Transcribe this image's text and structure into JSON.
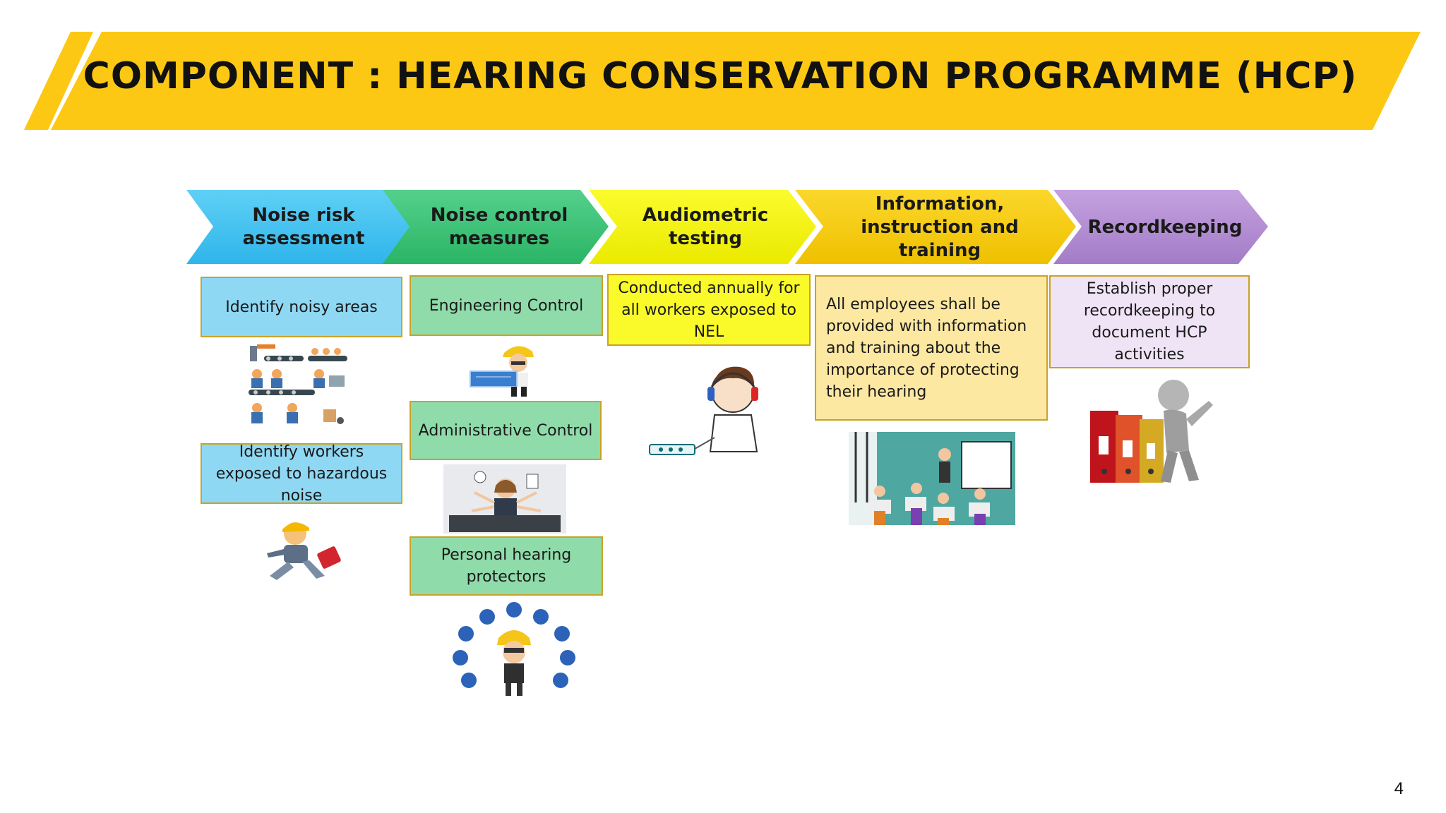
{
  "title": "COMPONENT : HEARING CONSERVATION PROGRAMME (HCP)",
  "page_number": "4",
  "colors": {
    "banner": "#fcc814",
    "chevron_1": "#4ac6f2",
    "chevron_2": "#3cc47a",
    "chevron_3": "#f5f50c",
    "chevron_4": "#f7cf12",
    "chevron_5": "#b58fd4",
    "box_blue": "#8fd8f3",
    "box_green": "#8fdcaa",
    "box_yellow": "#fafa2a",
    "box_lightyellow": "#fde8a2",
    "box_lavender": "#efe4f6",
    "box_border": "#c9a227"
  },
  "steps": [
    {
      "label": "Noise risk assessment"
    },
    {
      "label": "Noise control measures"
    },
    {
      "label": "Audiometric testing"
    },
    {
      "label": "Information, instruction and training"
    },
    {
      "label": "Recordkeeping"
    }
  ],
  "boxes": {
    "noisy_areas": "Identify noisy areas",
    "workers_exposed": "Identify workers exposed to hazardous noise",
    "engineering": "Engineering Control",
    "administrative": "Administrative Control",
    "personal": "Personal hearing protectors",
    "audiometric": "Conducted annually for all workers exposed to NEL",
    "training": "All employees shall be provided with information and training about the importance of protecting their hearing",
    "recordkeeping": "Establish proper recordkeeping to document HCP activities"
  },
  "illustrations": [
    "factory-workers-icon",
    "running-worker-icon",
    "engineer-with-blueprint-icon",
    "multitasking-office-worker-icon",
    "ppe-worker-icon",
    "hearing-test-boy-icon",
    "classroom-training-icon",
    "binders-figure-icon"
  ]
}
